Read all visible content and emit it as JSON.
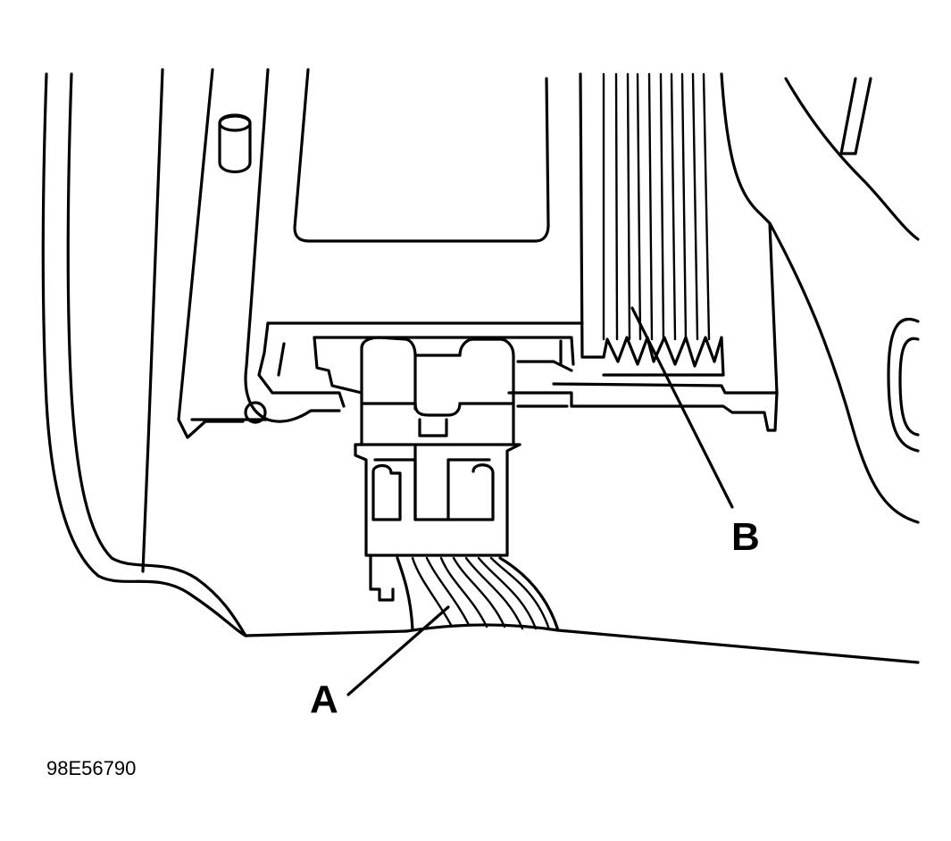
{
  "figure": {
    "callouts": [
      {
        "id": "A",
        "label": "A"
      },
      {
        "id": "B",
        "label": "B"
      }
    ],
    "figure_id": "98E56790",
    "line_color": "#000000",
    "background_color": "#ffffff"
  }
}
